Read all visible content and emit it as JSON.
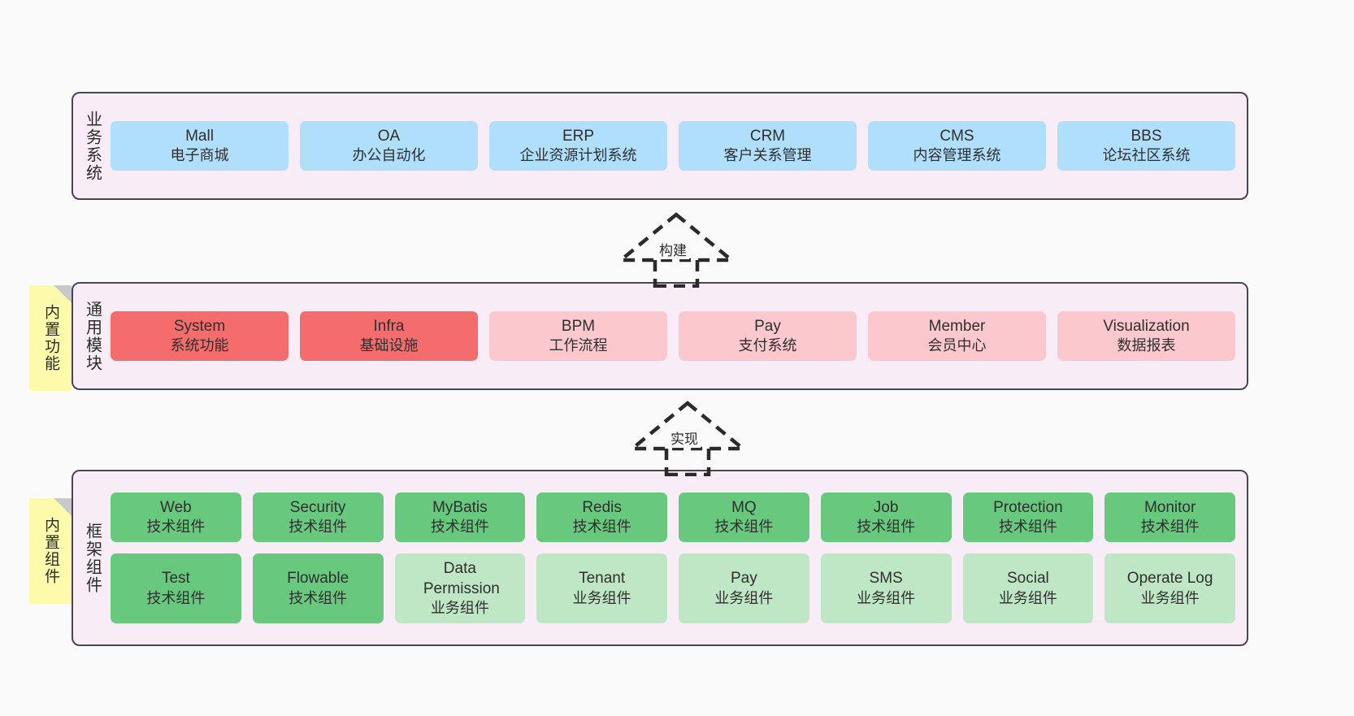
{
  "diagram": {
    "title": "",
    "colors": {
      "canvas": "#fafafa",
      "layer_bg": "#f8ecf6",
      "layer_border": "#4a4453",
      "blue": "#b0dffc",
      "red": "#f56c6c",
      "pink": "#fbc8ce",
      "green": "#68c97e",
      "green_light": "#bfe7c6",
      "note_yellow": "#fdfbab",
      "note_fold": "#c9c9c9"
    }
  },
  "layers": [
    {
      "id": "business",
      "title": "业务系统",
      "cards": [
        {
          "en": "Mall",
          "cn": "电子商城",
          "color": "blue"
        },
        {
          "en": "OA",
          "cn": "办公自动化",
          "color": "blue"
        },
        {
          "en": "ERP",
          "cn": "企业资源计划系统",
          "color": "blue"
        },
        {
          "en": "CRM",
          "cn": "客户关系管理",
          "color": "blue"
        },
        {
          "en": "CMS",
          "cn": "内容管理系统",
          "color": "blue"
        },
        {
          "en": "BBS",
          "cn": "论坛社区系统",
          "color": "blue"
        }
      ]
    },
    {
      "id": "common-modules",
      "title": "通用模块",
      "note": "内置功能",
      "cards": [
        {
          "en": "System",
          "cn": "系统功能",
          "color": "red"
        },
        {
          "en": "Infra",
          "cn": "基础设施",
          "color": "red"
        },
        {
          "en": "BPM",
          "cn": "工作流程",
          "color": "pink"
        },
        {
          "en": "Pay",
          "cn": "支付系统",
          "color": "pink"
        },
        {
          "en": "Member",
          "cn": "会员中心",
          "color": "pink"
        },
        {
          "en": "Visualization",
          "cn": "数据报表",
          "color": "pink"
        }
      ]
    },
    {
      "id": "framework-components",
      "title": "框架组件",
      "note": "内置组件",
      "rows": [
        [
          {
            "en": "Web",
            "cn": "技术组件",
            "color": "green"
          },
          {
            "en": "Security",
            "cn": "技术组件",
            "color": "green"
          },
          {
            "en": "MyBatis",
            "cn": "技术组件",
            "color": "green"
          },
          {
            "en": "Redis",
            "cn": "技术组件",
            "color": "green"
          },
          {
            "en": "MQ",
            "cn": "技术组件",
            "color": "green"
          },
          {
            "en": "Job",
            "cn": "技术组件",
            "color": "green"
          },
          {
            "en": "Protection",
            "cn": "技术组件",
            "color": "green"
          },
          {
            "en": "Monitor",
            "cn": "技术组件",
            "color": "green"
          }
        ],
        [
          {
            "en": "Test",
            "cn": "技术组件",
            "color": "green"
          },
          {
            "en": "Flowable",
            "cn": "技术组件",
            "color": "green"
          },
          {
            "en": "Data Permission",
            "cn": "业务组件",
            "color": "green_light"
          },
          {
            "en": "Tenant",
            "cn": "业务组件",
            "color": "green_light"
          },
          {
            "en": "Pay",
            "cn": "业务组件",
            "color": "green_light"
          },
          {
            "en": "SMS",
            "cn": "业务组件",
            "color": "green_light"
          },
          {
            "en": "Social",
            "cn": "业务组件",
            "color": "green_light"
          },
          {
            "en": "Operate Log",
            "cn": "业务组件",
            "color": "green_light"
          }
        ]
      ]
    }
  ],
  "connectors": [
    {
      "id": "build",
      "label": "构建"
    },
    {
      "id": "implement",
      "label": "实现"
    }
  ]
}
